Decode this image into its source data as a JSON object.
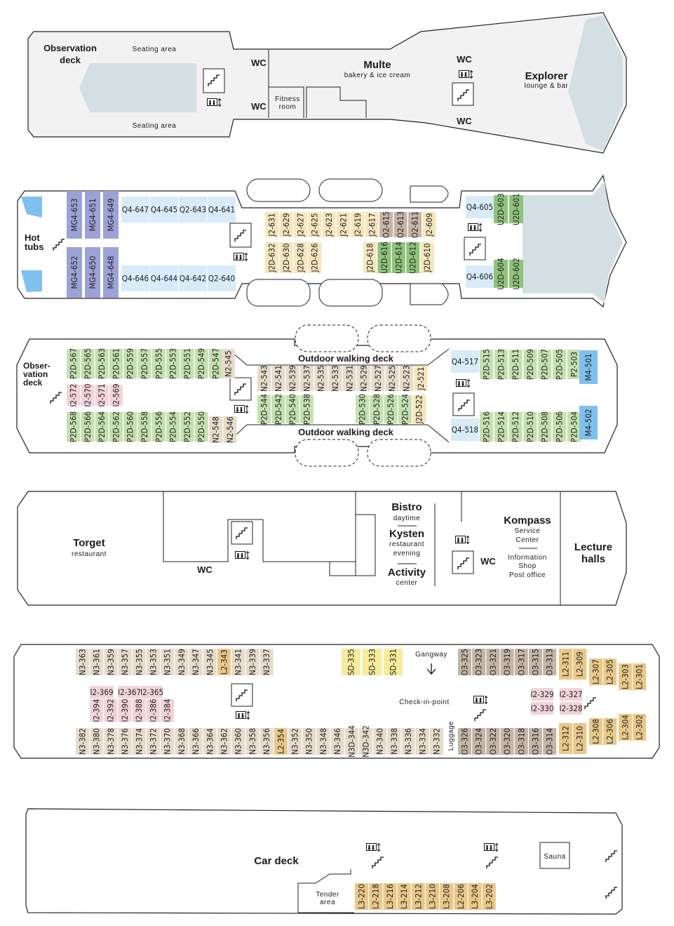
{
  "colors": {
    "P": "#c5e0b0",
    "U": "#8fc37c",
    "J": "#f5e6bd",
    "Q": "#d8ebf8",
    "M": "#9da2d6",
    "N": "#e7dccb",
    "I": "#f3d3db",
    "S": "#f7ec9c",
    "O": "#c5b5a6",
    "L": "#e9c989",
    "blue": "#7fc0ee",
    "lightblue": "#cde6f5"
  },
  "labels": {
    "obs_deck": [
      "Observation",
      "deck"
    ],
    "seating": "Seating area",
    "wc": "WC",
    "fitness": [
      "Fitness",
      "room"
    ],
    "multe": "Multe",
    "multe_sub": "bakery & ice cream",
    "explorer": "Explorer",
    "explorer_sub": "lounge & bar",
    "hot_tubs": [
      "Hot",
      "tubs"
    ],
    "obs_deck2": [
      "Obser-",
      "vation",
      "deck"
    ],
    "walk": "Outdoor walking deck",
    "torget": "Torget",
    "torget_sub": "restaurant",
    "bistro": "Bistro",
    "bistro_sub": "daytime",
    "kysten": "Kysten",
    "kysten_sub": [
      "restaurant",
      "evening"
    ],
    "activity": "Activity",
    "activity_sub": "center",
    "kompass": "Kompass",
    "kompass_sub": [
      "Service",
      "Center"
    ],
    "info": [
      "Information",
      "Shop",
      "Post office"
    ],
    "lecture": [
      "Lecture",
      "halls"
    ],
    "gangway": "Gangway",
    "checkin": "Check-in-point",
    "luggage": "Luggage",
    "car_deck": "Car deck",
    "sauna": "Sauna",
    "tender": [
      "Tender",
      "area"
    ]
  },
  "cabins": {
    "d6_top_left": [
      {
        "id": "MG4-653",
        "c": "M"
      },
      {
        "id": "MG4-651",
        "c": "M"
      },
      {
        "id": "MG4-649",
        "c": "M"
      }
    ],
    "d6_bot_left": [
      {
        "id": "MG4-652",
        "c": "M"
      },
      {
        "id": "MG4-650",
        "c": "M"
      },
      {
        "id": "MG4-648",
        "c": "M"
      }
    ],
    "d6_top_q": [
      "Q4-647",
      "Q4-645",
      "Q2-643",
      "Q4-641"
    ],
    "d6_bot_q": [
      "Q4-646",
      "Q4-644",
      "Q4-642",
      "Q2-640"
    ],
    "d6_mid_top": [
      {
        "id": "J2-631",
        "c": "J"
      },
      {
        "id": "J2-629",
        "c": "J"
      },
      {
        "id": "J2-627",
        "c": "J"
      },
      {
        "id": "J2-625",
        "c": "J"
      },
      {
        "id": "J2-623",
        "c": "J"
      },
      {
        "id": "J2-621",
        "c": "J"
      },
      {
        "id": "J2-619",
        "c": "J"
      },
      {
        "id": "J2-617",
        "c": "J"
      },
      {
        "id": "O2-615",
        "c": "O"
      },
      {
        "id": "O2-613",
        "c": "O"
      },
      {
        "id": "O2-611",
        "c": "O"
      },
      {
        "id": "J2-609",
        "c": "J"
      }
    ],
    "d6_mid_bot_a": [
      "J2D-632",
      "J2D-630",
      "J2D-628",
      "J2D-626"
    ],
    "d6_mid_bot_b": [
      {
        "id": "J2D-618",
        "c": "J"
      },
      {
        "id": "U2D-616",
        "c": "U"
      },
      {
        "id": "U2D-614",
        "c": "U"
      },
      {
        "id": "U2D-612",
        "c": "U"
      },
      {
        "id": "J2D-610",
        "c": "J"
      }
    ],
    "d6_right_top": [
      {
        "id": "U2D-603",
        "c": "U"
      },
      {
        "id": "U2D-601",
        "c": "U"
      }
    ],
    "d6_right_bot": [
      {
        "id": "U2D-604",
        "c": "U"
      },
      {
        "id": "U2D-602",
        "c": "U"
      }
    ],
    "d6_q_right": [
      "Q4-605",
      "Q4-606"
    ],
    "d5_top_left": [
      "P2D-567",
      "P2D-565",
      "P2D-563",
      "P2D-561",
      "P2D-559",
      "P2D-557",
      "P2D-555",
      "P2D-553",
      "P2D-551",
      "P2D-549",
      "P2D-547"
    ],
    "d5_n545": "N2-545",
    "d5_i_row": [
      "I2-572",
      "I2-570",
      "I2-571",
      "I2-569"
    ],
    "d5_bot_left": [
      "P2D-568",
      "P2D-566",
      "P2D-564",
      "P2D-562",
      "P2D-560",
      "P2D-558",
      "P2D-556",
      "P2D-554",
      "P2D-552",
      "P2D-550"
    ],
    "d5_bot_n": [
      "N2-548",
      "N2-546"
    ],
    "d5_mid_top": [
      {
        "id": "N2-543",
        "c": "N"
      },
      {
        "id": "N2-541",
        "c": "N"
      },
      {
        "id": "N2-539",
        "c": "N"
      },
      {
        "id": "N2-537",
        "c": "N"
      },
      {
        "id": "N2-535",
        "c": "N"
      },
      {
        "id": "N2-533",
        "c": "N"
      },
      {
        "id": "N2-531",
        "c": "N"
      },
      {
        "id": "N2-529",
        "c": "N"
      },
      {
        "id": "N2-527",
        "c": "N"
      },
      {
        "id": "N2-525",
        "c": "N"
      },
      {
        "id": "N2-523",
        "c": "N"
      },
      {
        "id": "J2-521",
        "c": "J"
      }
    ],
    "d5_mid_bot_a": [
      "P2D-544",
      "P2D-542",
      "P2D-540",
      "P2D-538"
    ],
    "d5_mid_bot_b": [
      {
        "id": "P2D-530",
        "c": "P"
      },
      {
        "id": "P2D-528",
        "c": "P"
      },
      {
        "id": "P2D-526",
        "c": "P"
      },
      {
        "id": "P2D-524",
        "c": "P"
      },
      {
        "id": "J2D-522",
        "c": "J"
      }
    ],
    "d5_right_top": [
      {
        "id": "P2D-515",
        "c": "P"
      },
      {
        "id": "P2D-513",
        "c": "P"
      },
      {
        "id": "P2D-511",
        "c": "P"
      },
      {
        "id": "P2D-509",
        "c": "P"
      },
      {
        "id": "P2D-507",
        "c": "P"
      },
      {
        "id": "P2D-505",
        "c": "P"
      },
      {
        "id": "P2-503",
        "c": "P"
      }
    ],
    "d5_right_bot": [
      "P2D-516",
      "P2D-514",
      "P2D-512",
      "P2D-510",
      "P2D-508",
      "P2D-506",
      "P2D-504"
    ],
    "d5_q": [
      "Q4-517",
      "Q4-518"
    ],
    "d5_m": [
      "M4-501",
      "M4-502"
    ],
    "d3_top_left": [
      {
        "id": "N3-363",
        "c": "N"
      },
      {
        "id": "N3-361",
        "c": "N"
      },
      {
        "id": "N3-359",
        "c": "N"
      },
      {
        "id": "N3-357",
        "c": "N"
      },
      {
        "id": "N3-355",
        "c": "N"
      },
      {
        "id": "N3-353",
        "c": "N"
      },
      {
        "id": "N3-351",
        "c": "N"
      },
      {
        "id": "N3-349",
        "c": "N"
      },
      {
        "id": "N3-347",
        "c": "N"
      },
      {
        "id": "N3-345",
        "c": "N"
      },
      {
        "id": "L2-343",
        "c": "L"
      },
      {
        "id": "N3-341",
        "c": "N"
      },
      {
        "id": "N3-339",
        "c": "N"
      },
      {
        "id": "N3-337",
        "c": "N"
      }
    ],
    "d3_sd": [
      "SD-335",
      "SD-333",
      "SD-331"
    ],
    "d3_o_top": [
      "O3-325",
      "O3-323",
      "O3-321",
      "O3-319",
      "O3-317",
      "O3-315",
      "O3-313"
    ],
    "d3_l_top": [
      "L2-311",
      "L2-309"
    ],
    "d3_l_mid": [
      "L2-307",
      "L2-305"
    ],
    "d3_l_far": [
      "L2-303",
      "L2-301"
    ],
    "d3_i_flat1": "I2-369",
    "d3_i_flat2": [
      "I2-367",
      "I2-365"
    ],
    "d3_i_vert": [
      "I2-394",
      "I2-392",
      "I2-390",
      "I2-388",
      "I2-386",
      "I2-384"
    ],
    "d3_i_right": [
      "I2-329",
      "I2-330"
    ],
    "d3_l_flat": [
      "I2-327",
      "I2-328"
    ],
    "d3_bot_left": [
      {
        "id": "N3-382",
        "c": "N"
      },
      {
        "id": "N3-380",
        "c": "N"
      },
      {
        "id": "N3-378",
        "c": "N"
      },
      {
        "id": "N3-376",
        "c": "N"
      },
      {
        "id": "N3-374",
        "c": "N"
      },
      {
        "id": "N3-372",
        "c": "N"
      },
      {
        "id": "N3-370",
        "c": "N"
      },
      {
        "id": "N3-368",
        "c": "N"
      },
      {
        "id": "N3-366",
        "c": "N"
      },
      {
        "id": "N3-364",
        "c": "N"
      },
      {
        "id": "N3-362",
        "c": "N"
      },
      {
        "id": "N3-360",
        "c": "N"
      },
      {
        "id": "N3-358",
        "c": "N"
      },
      {
        "id": "N3-356",
        "c": "N"
      },
      {
        "id": "L2-354",
        "c": "L"
      },
      {
        "id": "N3-352",
        "c": "N"
      },
      {
        "id": "N3-350",
        "c": "N"
      },
      {
        "id": "N3-348",
        "c": "N"
      },
      {
        "id": "N3-346",
        "c": "N"
      },
      {
        "id": "N3D-344",
        "c": "N"
      },
      {
        "id": "N3D-342",
        "c": "N"
      },
      {
        "id": "N3-340",
        "c": "N"
      },
      {
        "id": "N3-338",
        "c": "N"
      },
      {
        "id": "N3-336",
        "c": "N"
      },
      {
        "id": "N3-334",
        "c": "N"
      },
      {
        "id": "N3-332",
        "c": "N"
      }
    ],
    "d3_o_bot": [
      "O3-326",
      "O3-324",
      "O3-322",
      "O3-320",
      "O3-318",
      "O3-316",
      "O3-314"
    ],
    "d3_l_bot": [
      "L2-312",
      "L2-310"
    ],
    "d3_l_bot_mid": [
      "L2-308",
      "L2-306"
    ],
    "d3_l_bot_far": [
      "L2-304",
      "L2-302"
    ],
    "d2_l": [
      "L3-220",
      "L2-218",
      "L3-216",
      "L3-214",
      "L3-212",
      "L3-210",
      "L3-208",
      "L2-206",
      "L3-204",
      "L3-202"
    ]
  }
}
